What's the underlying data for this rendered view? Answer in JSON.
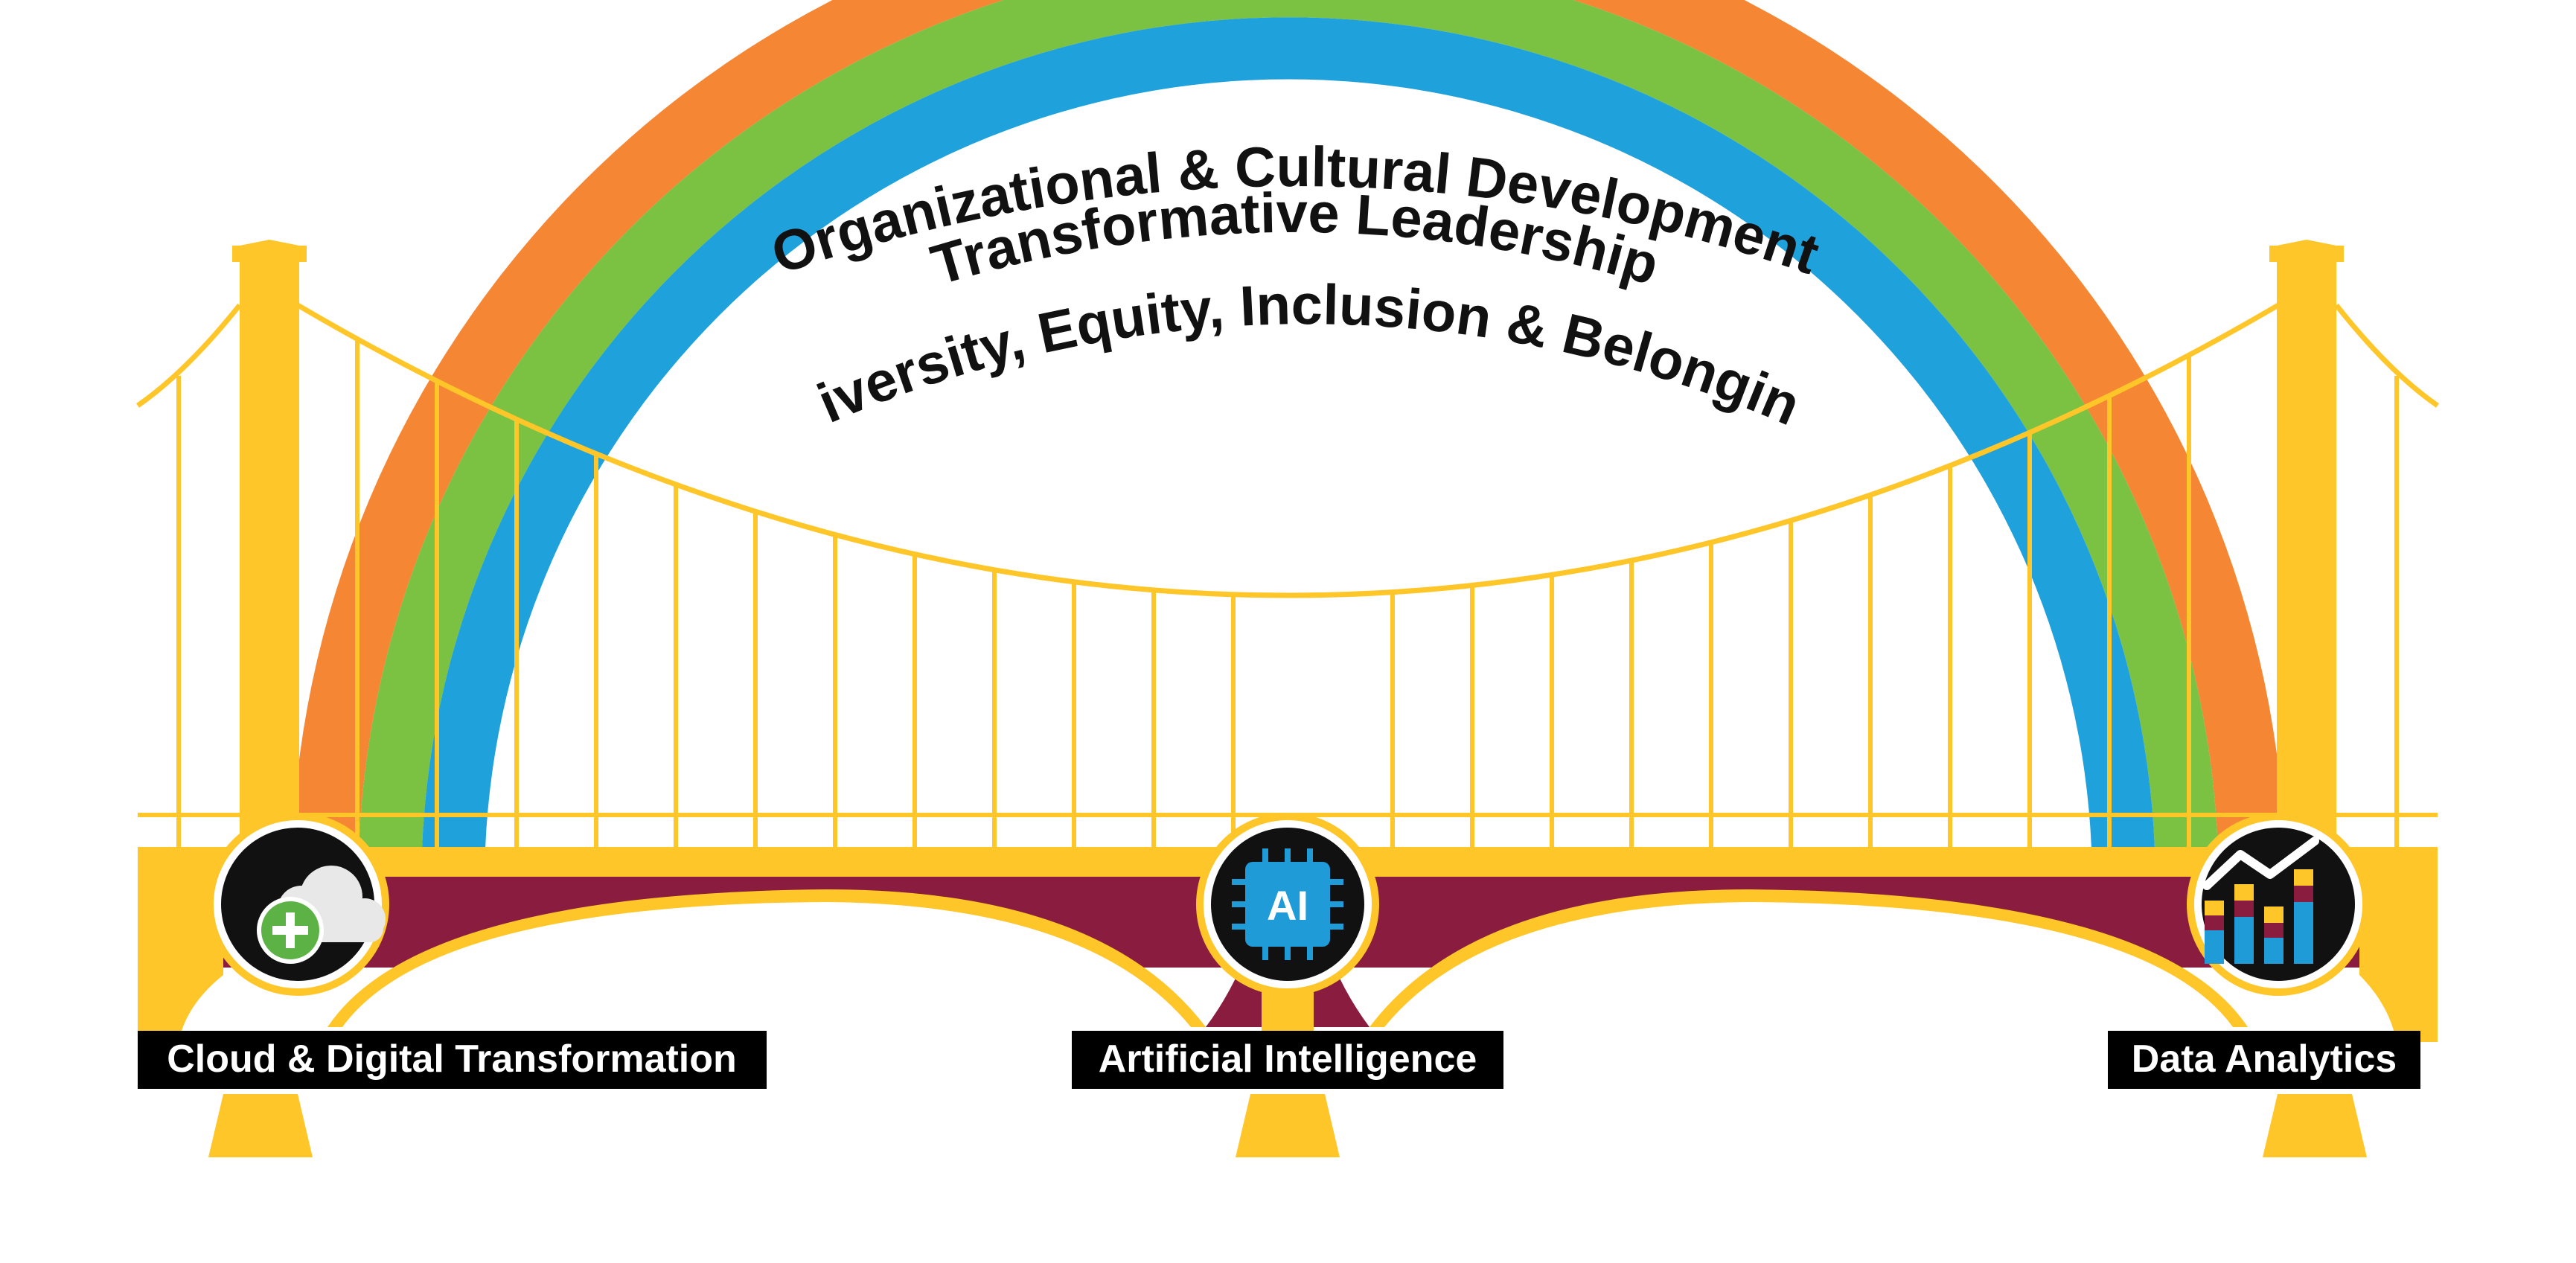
{
  "arcs": {
    "outer": {
      "label": "Organizational & Cultural Development",
      "color": "#F58634"
    },
    "middle": {
      "label": "Transformative Leadership",
      "color": "#7BC142"
    },
    "inner": {
      "label": "Diversity, Equity, Inclusion & Belonging",
      "color": "#1FA1DC"
    }
  },
  "pillars": {
    "left": {
      "label": "Cloud & Digital Transformation",
      "icon": "cloud-plus-icon"
    },
    "center": {
      "label": "Artificial Intelligence",
      "icon": "ai-chip-icon",
      "chip_text": "AI"
    },
    "right": {
      "label": "Data Analytics",
      "icon": "bar-chart-trend-icon"
    }
  },
  "colors": {
    "bridge_yellow": "#FFC629",
    "deck_maroon": "#8A1C3F",
    "label_bg": "#000000",
    "label_text": "#FFFFFF",
    "icon_bg": "#111111",
    "chip_blue": "#1F9BD7",
    "plus_green": "#5DB246"
  }
}
